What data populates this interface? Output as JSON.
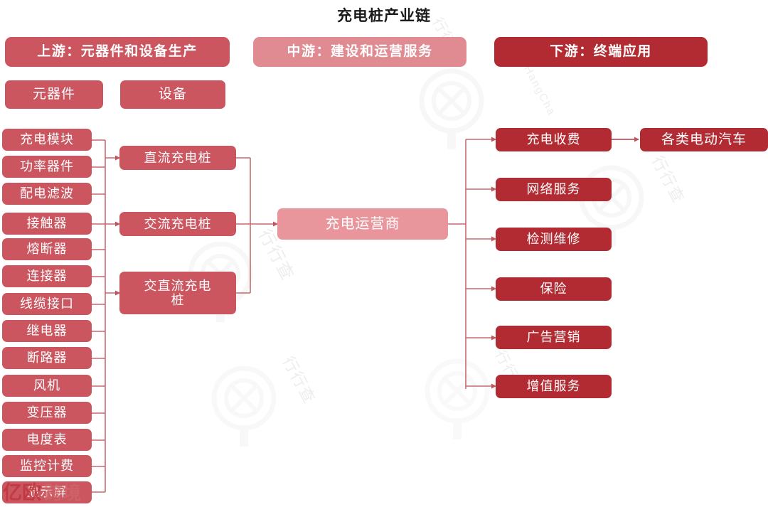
{
  "title": "充电桩产业链",
  "colors": {
    "medium_red": "#cb5660",
    "light_pink": "#e08a91",
    "dark_red": "#b32b32",
    "pale_pink": "#e8959c",
    "line": "#c76a70",
    "title_text": "#1a1a1a"
  },
  "headers": [
    {
      "label": "上游：元器件和设备生产",
      "color": "medium_red"
    },
    {
      "label": "中游：建设和运营服务",
      "color": "light_pink"
    },
    {
      "label": "下游：终端应用",
      "color": "dark_red"
    }
  ],
  "subheaders": [
    {
      "label": "元器件",
      "color": "medium_red"
    },
    {
      "label": "设备",
      "color": "medium_red"
    }
  ],
  "upstream_components": [
    {
      "label": "充电模块"
    },
    {
      "label": "功率器件"
    },
    {
      "label": "配电滤波"
    },
    {
      "label": "接触器"
    },
    {
      "label": "熔断器"
    },
    {
      "label": "连接器"
    },
    {
      "label": "线缆接口"
    },
    {
      "label": "继电器"
    },
    {
      "label": "断路器"
    },
    {
      "label": "风机"
    },
    {
      "label": "变压器"
    },
    {
      "label": "电度表"
    },
    {
      "label": "监控计费"
    },
    {
      "label": "显示屏"
    }
  ],
  "equipment": [
    {
      "label": "直流充电桩"
    },
    {
      "label": "交流充电桩"
    },
    {
      "label": "交直流充电桩"
    }
  ],
  "operator": {
    "label": "充电运营商"
  },
  "downstream_services": [
    {
      "label": "充电收费"
    },
    {
      "label": "网络服务"
    },
    {
      "label": "检测维修"
    },
    {
      "label": "保险"
    },
    {
      "label": "广告营销"
    },
    {
      "label": "增值服务"
    }
  ],
  "end_application": {
    "label": "各类电动汽车"
  },
  "watermarks": {
    "brand_cn": "行行查",
    "brand_en": "HangHangCha"
  },
  "logo": {
    "text": "亿欧跨境"
  }
}
